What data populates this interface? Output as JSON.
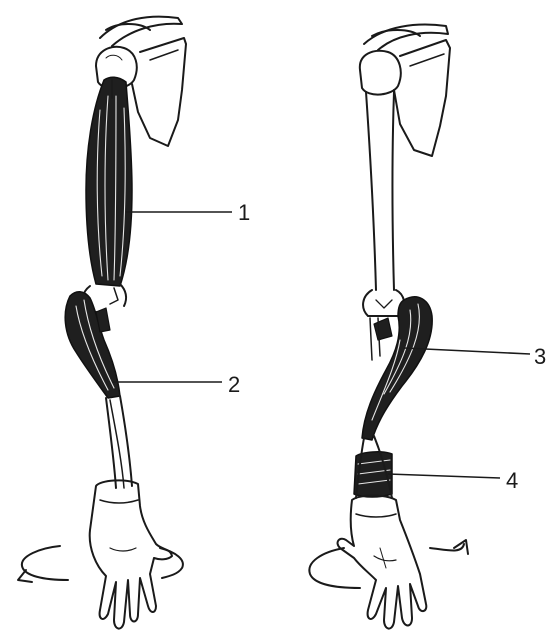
{
  "figure": {
    "callouts": [
      {
        "label": "1"
      },
      {
        "label": "2"
      },
      {
        "label": "3"
      },
      {
        "label": "4"
      }
    ],
    "colors": {
      "ink": "#1a1a1a",
      "muscle": "#1f1f1f",
      "background": "#ffffff"
    },
    "icons": {
      "rotation": "curved-rotation-arrow-icon"
    }
  }
}
